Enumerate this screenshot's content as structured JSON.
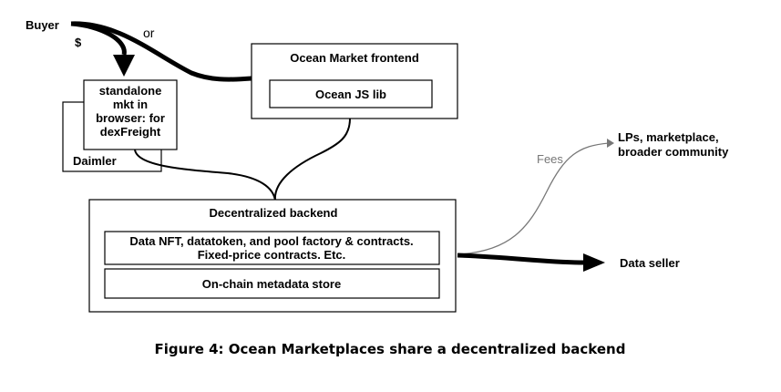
{
  "actors": {
    "buyer": "Buyer",
    "dollar": "$",
    "or": "or",
    "lps_line1": "LPs, marketplace,",
    "lps_line2": "broader community",
    "fees": "Fees",
    "data_seller": "Data seller"
  },
  "standalone": {
    "line1": "standalone",
    "line2": "mkt in",
    "line3": "browser: for",
    "line4": "dexFreight",
    "daimler": "Daimler"
  },
  "ocean_market": {
    "title": "Ocean Market frontend",
    "js_lib": "Ocean JS lib"
  },
  "backend": {
    "title": "Decentralized backend",
    "contracts_line1": "Data NFT, datatoken, and pool factory & contracts.",
    "contracts_line2": "Fixed-price contracts. Etc.",
    "metadata": "On-chain metadata store"
  },
  "caption": "Figure 4: Ocean Marketplaces share a decentralized backend",
  "colors": {
    "stroke": "#000000",
    "fees_line": "#777777"
  }
}
